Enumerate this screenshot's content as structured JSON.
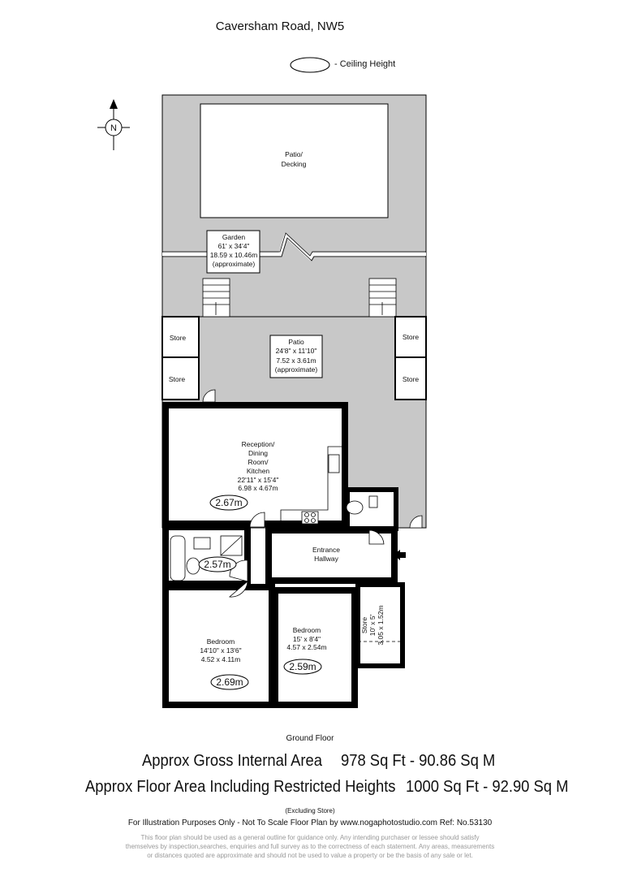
{
  "title": "Caversham Road, NW5",
  "legend": {
    "label": "- Ceiling Height"
  },
  "compass": {
    "label": "N"
  },
  "colors": {
    "garden": "#c8c8c8",
    "walls": "#000000",
    "disclaimer": "#999999"
  },
  "areas": {
    "patio_decking": [
      "Patio/",
      "Decking"
    ],
    "garden": [
      "Garden",
      "61' x 34'4\"",
      "18.59 x 10.46m",
      "(approximate)"
    ],
    "patio": [
      "Patio",
      "24'8\" x 11'10\"",
      "7.52 x 3.61m",
      "(approximate)"
    ],
    "store": "Store",
    "reception": [
      "Reception/",
      "Dining",
      "Room/",
      "Kitchen",
      "22'11\" x 15'4\"",
      "6.98 x 4.67m"
    ],
    "reception_height": "2.67m",
    "bathroom_height": "2.57m",
    "hallway": [
      "Entrance",
      "Hallway"
    ],
    "bedroom1": [
      "Bedroom",
      "14'10\" x 13'6\"",
      "4.52 x 4.11m"
    ],
    "bedroom1_height": "2.69m",
    "bedroom2": [
      "Bedroom",
      "15' x 8'4\"",
      "4.57 x 2.54m"
    ],
    "bedroom2_height": "2.59m",
    "inner_store": [
      "Store",
      "10' x 5'",
      "3.05 x 1.52m"
    ]
  },
  "footer": {
    "floor": "Ground Floor",
    "gia_label": "Approx Gross Internal Area",
    "gia_value": "978 Sq Ft  -  90.86 Sq M",
    "fa_label": "Approx Floor Area Including Restricted Heights",
    "fa_value": "1000 Sq Ft  -  92.90 Sq M",
    "excluding": "(Excluding Store)",
    "illustration": "For Illustration Purposes Only - Not To Scale   Floor Plan by www.nogaphotostudio.com   Ref: No.53130",
    "disclaimer": [
      "This floor plan should be used as a general outline for guidance only. Any intending purchaser or lessee should satisfy",
      "themselves by inspection,searches, enquiries and full survey as to the correctness of each statement. Any areas, measurements",
      "or distances quoted are approximate and should not be used to value a property or be the basis of any sale or let."
    ]
  }
}
